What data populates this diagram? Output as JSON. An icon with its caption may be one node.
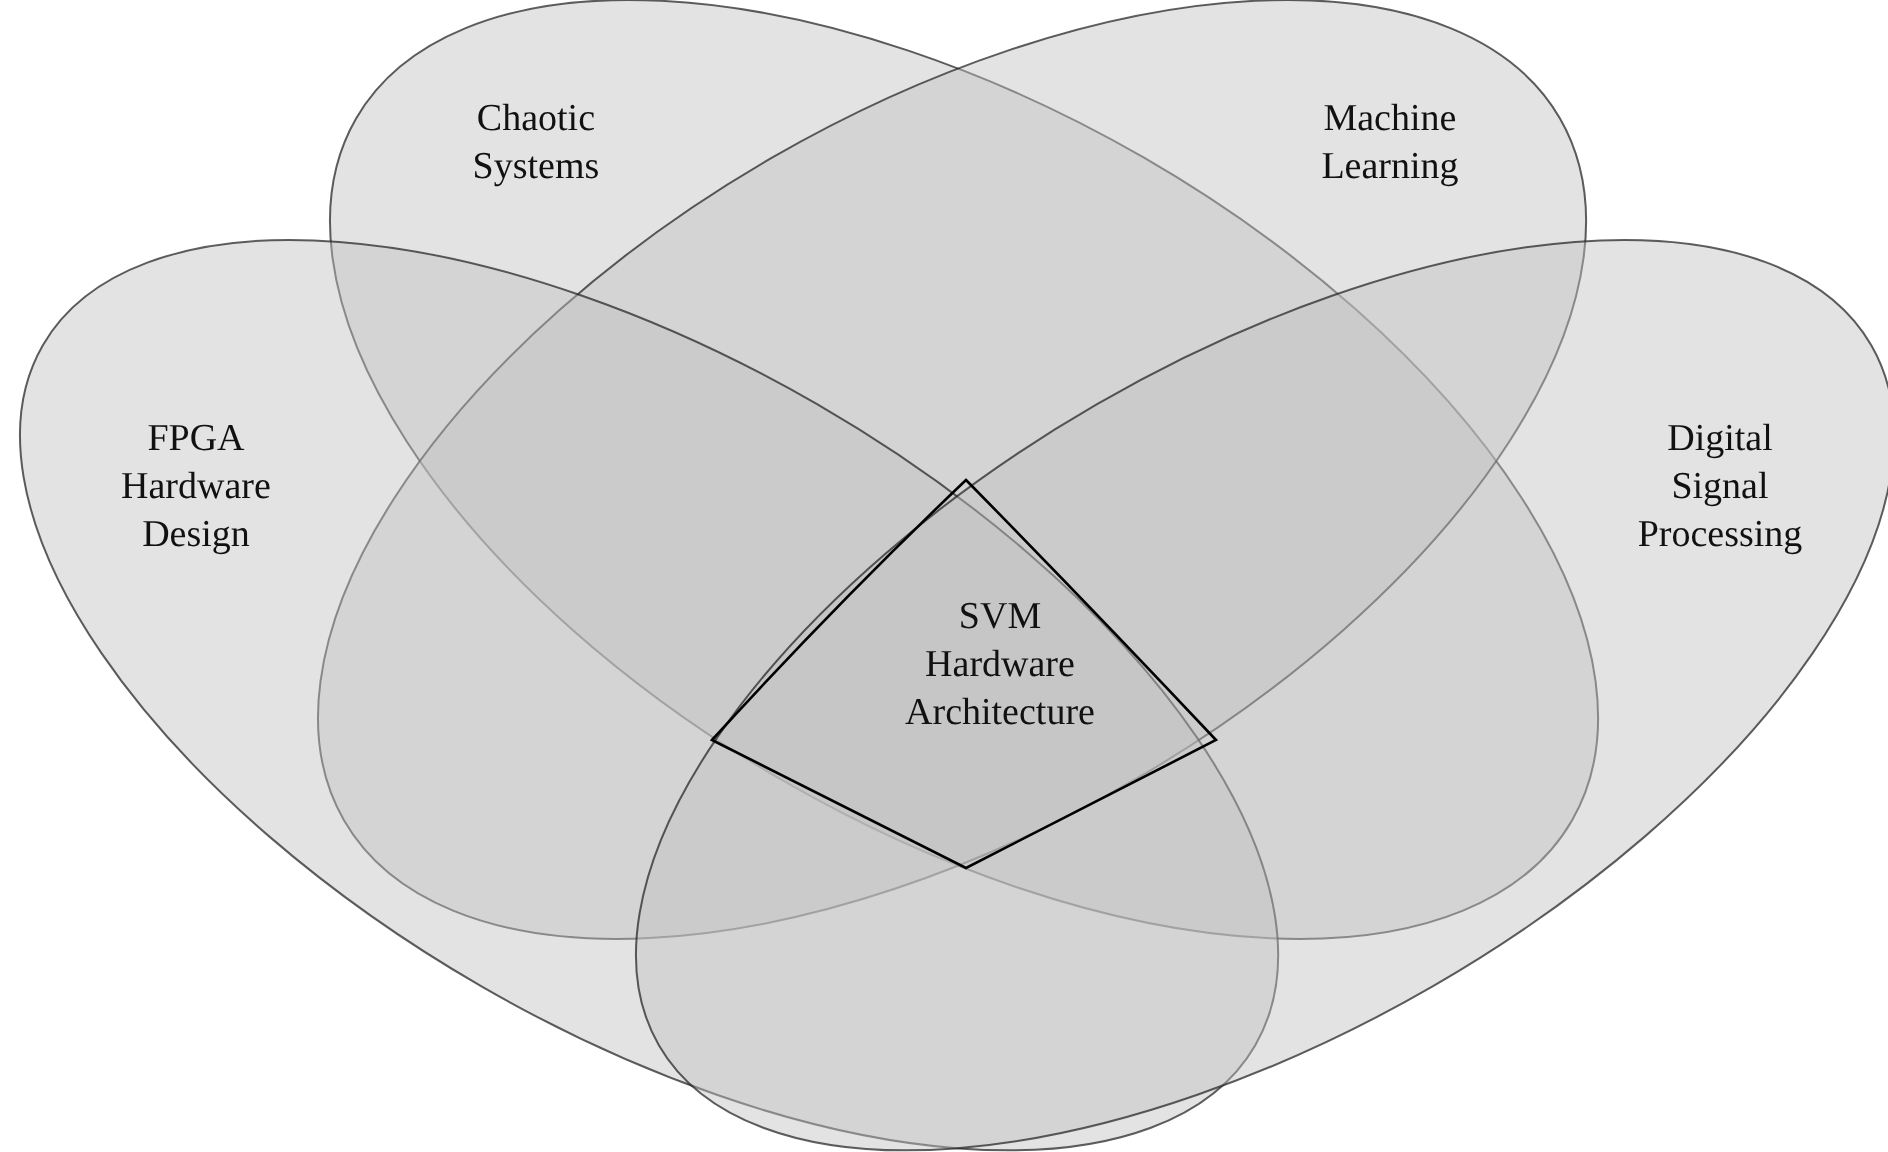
{
  "diagram": {
    "nodes": [
      {
        "text": [
          "Chaotic Systems"
        ]
      },
      {
        "text": [
          "Machine Learning"
        ]
      },
      {
        "text": [
          "FPGA Hardware Design"
        ]
      },
      {
        "text": [
          "Digital Signal Processing"
        ]
      },
      {
        "text": [
          "SVM Hardware Architecture"
        ]
      }
    ]
  }
}
